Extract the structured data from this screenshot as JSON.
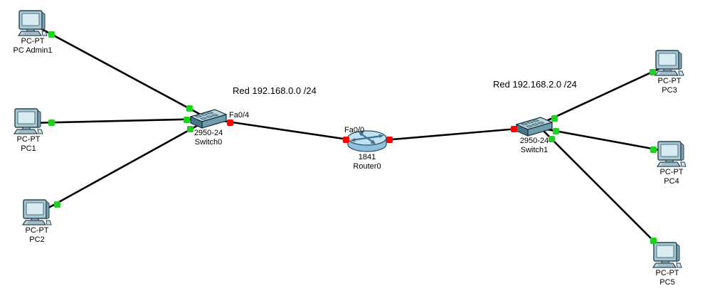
{
  "colors": {
    "background": "#ffffff",
    "cable": "#000000",
    "status_up": "#1fd11f",
    "status_down": "#ff0000",
    "text": "#000000"
  },
  "annotations": {
    "network_labels": [
      {
        "text": "Red 192.168.0.0 /24"
      },
      {
        "text": "Red 192.168.2.0 /24"
      }
    ],
    "port_labels": [
      {
        "text": "Fa0/4"
      },
      {
        "text": "Fa0/0"
      }
    ]
  },
  "devices": [
    {
      "type": "pc",
      "model": "PC-PT",
      "name": "PC Admin1"
    },
    {
      "type": "pc",
      "model": "PC-PT",
      "name": "PC1"
    },
    {
      "type": "pc",
      "model": "PC-PT",
      "name": "PC2"
    },
    {
      "type": "switch",
      "model": "2950-24",
      "name": "Switch0"
    },
    {
      "type": "router",
      "model": "1841",
      "name": "Router0"
    },
    {
      "type": "switch",
      "model": "2950-24",
      "name": "Switch1"
    },
    {
      "type": "pc",
      "model": "PC-PT",
      "name": "PC3"
    },
    {
      "type": "pc",
      "model": "PC-PT",
      "name": "PC4"
    },
    {
      "type": "pc",
      "model": "PC-PT",
      "name": "PC5"
    }
  ],
  "links": [
    {
      "from": "PC Admin1",
      "to": "Switch0",
      "from_status": "up",
      "to_status": "up"
    },
    {
      "from": "PC1",
      "to": "Switch0",
      "from_status": "up",
      "to_status": "up"
    },
    {
      "from": "PC2",
      "to": "Switch0",
      "from_status": "up",
      "to_status": "up"
    },
    {
      "from": "Switch0",
      "to": "Router0",
      "from_status": "down",
      "to_status": "down",
      "from_port": "Fa0/4",
      "to_port": "Fa0/0"
    },
    {
      "from": "Router0",
      "to": "Switch1",
      "from_status": "down",
      "to_status": "down"
    },
    {
      "from": "Switch1",
      "to": "PC3",
      "from_status": "up",
      "to_status": "up"
    },
    {
      "from": "Switch1",
      "to": "PC4",
      "from_status": "up",
      "to_status": "up"
    },
    {
      "from": "Switch1",
      "to": "PC5",
      "from_status": "up",
      "to_status": "up"
    }
  ]
}
